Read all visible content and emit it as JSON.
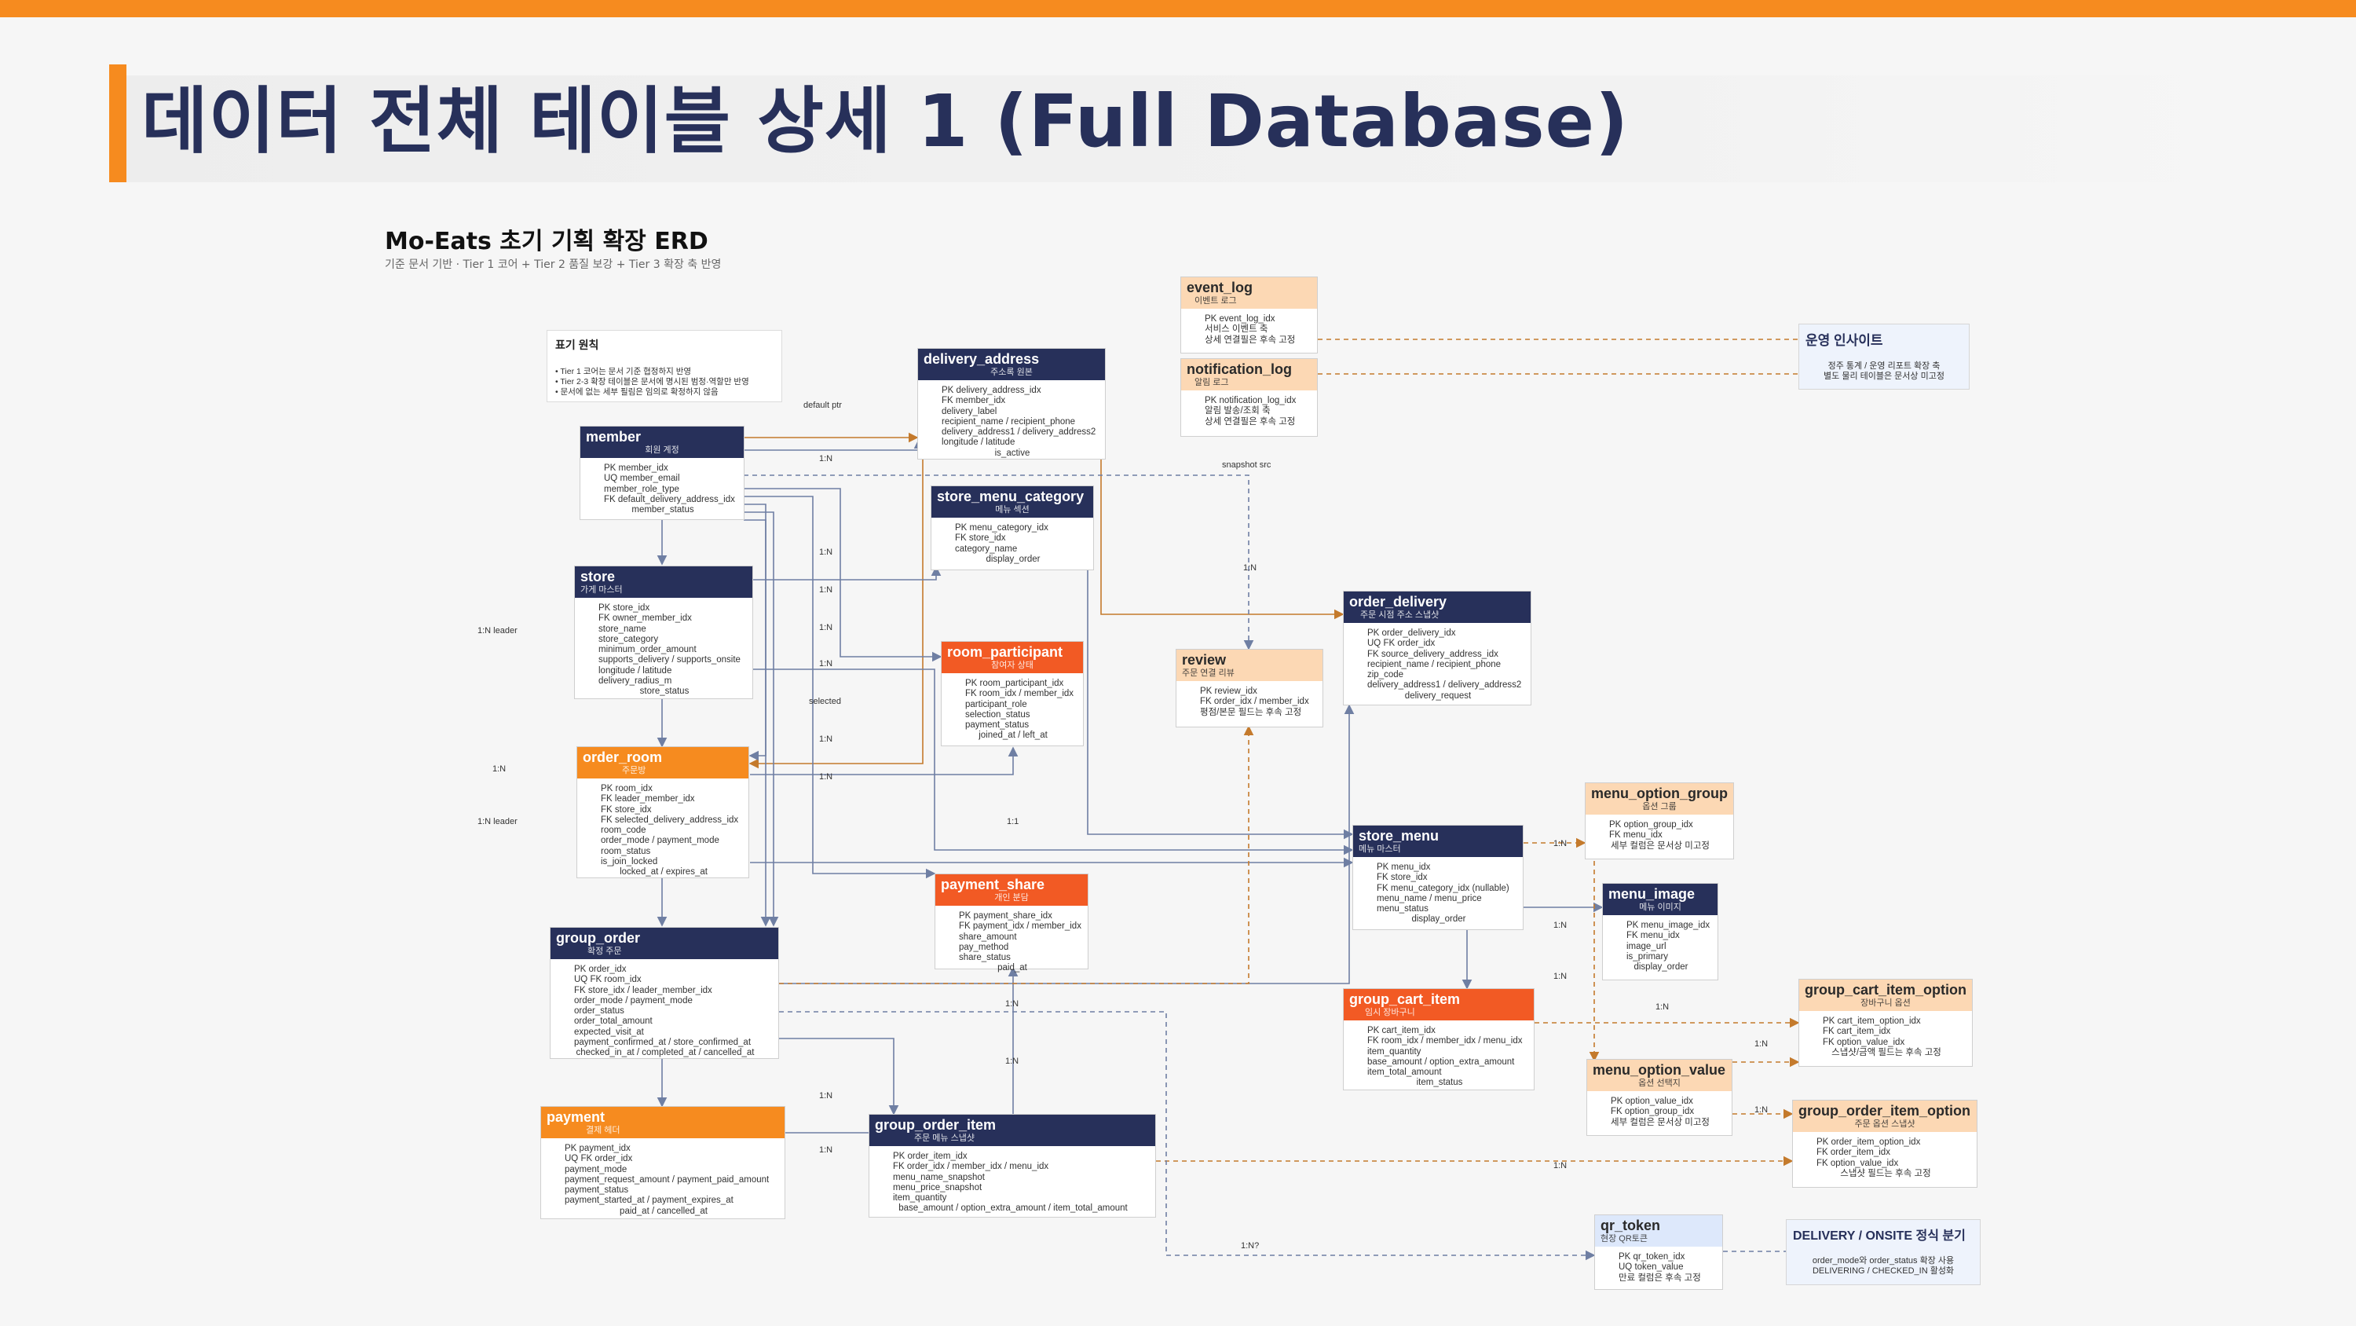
{
  "slide": {
    "title": "데이터 전체 테이블 상세 1 (Full Database)"
  },
  "erd": {
    "title": "Mo-Eats 초기 기획 확장 ERD",
    "subtitle": "기준 문서 기반 · Tier 1 코어 + Tier 2 품질 보강 + Tier 3 확장 축 반영"
  },
  "legend": {
    "heading": "표기 원칙",
    "lines": [
      "• Tier 1 코어는 문서 기준 협정하지 반영",
      "• Tier 2-3 확장 테이블은 문서에 명시된 범정·역할만 반영",
      "  • 문서에 없는 세부 필림은 임의로 확정하지 않음"
    ]
  },
  "colors": {
    "accent_orange": "#f68b1f",
    "navy": "#27305a",
    "red_orange": "#f25a24",
    "peach": "#fcd8b4",
    "light_blue": "#dde8fb",
    "arrow_orange": "#c47a2c",
    "arrow_blue": "#6f7fa3"
  },
  "entities": {
    "member": {
      "name": "member",
      "kr": "회원 계정",
      "fields": [
        "PK member_idx",
        "UQ member_email",
        "member_role_type",
        "FK default_delivery_address_idx",
        "member_status"
      ]
    },
    "delivery_address": {
      "name": "delivery_address",
      "kr": "주소록 원본",
      "fields": [
        "PK delivery_address_idx",
        "FK member_idx",
        "delivery_label",
        "recipient_name / recipient_phone",
        "delivery_address1 / delivery_address2",
        "longitude / latitude",
        "is_active"
      ]
    },
    "store_menu_category": {
      "name": "store_menu_category",
      "kr": "메뉴 섹션",
      "fields": [
        "PK menu_category_idx",
        "FK store_idx",
        "category_name",
        "display_order"
      ]
    },
    "store": {
      "name": "store",
      "kr": "가게 마스터",
      "fields": [
        "PK store_idx",
        "FK owner_member_idx",
        "store_name",
        "store_category",
        "minimum_order_amount",
        "supports_delivery / supports_onsite",
        "longitude / latitude",
        "delivery_radius_m",
        "store_status"
      ]
    },
    "room_participant": {
      "name": "room_participant",
      "kr": "참여자 상태",
      "fields": [
        "PK room_participant_idx",
        "FK room_idx / member_idx",
        "participant_role",
        "selection_status",
        "payment_status",
        "joined_at / left_at"
      ]
    },
    "order_room": {
      "name": "order_room",
      "kr": "주문방",
      "fields": [
        "PK room_idx",
        "FK leader_member_idx",
        "FK store_idx",
        "FK selected_delivery_address_idx",
        "room_code",
        "order_mode / payment_mode",
        "room_status",
        "is_join_locked",
        "locked_at / expires_at"
      ]
    },
    "payment_share": {
      "name": "payment_share",
      "kr": "개인 분담",
      "fields": [
        "PK payment_share_idx",
        "FK payment_idx / member_idx",
        "share_amount",
        "pay_method",
        "share_status",
        "paid_at"
      ]
    },
    "group_order": {
      "name": "group_order",
      "kr": "확정 주문",
      "fields": [
        "PK order_idx",
        "UQ FK room_idx",
        "FK store_idx / leader_member_idx",
        "order_mode / payment_mode",
        "order_status",
        "order_total_amount",
        "expected_visit_at",
        "payment_confirmed_at / store_confirmed_at",
        "checked_in_at / completed_at / cancelled_at"
      ]
    },
    "payment": {
      "name": "payment",
      "kr": "결제 헤더",
      "fields": [
        "PK payment_idx",
        "UQ FK order_idx",
        "payment_mode",
        "payment_request_amount / payment_paid_amount",
        "payment_status",
        "payment_started_at / payment_expires_at",
        "paid_at / cancelled_at"
      ]
    },
    "group_order_item": {
      "name": "group_order_item",
      "kr": "주문 메뉴 스냅샷",
      "fields": [
        "PK order_item_idx",
        "FK order_idx / member_idx / menu_idx",
        "menu_name_snapshot",
        "menu_price_snapshot",
        "item_quantity",
        "base_amount / option_extra_amount / item_total_amount"
      ]
    },
    "event_log": {
      "name": "event_log",
      "kr": "이벤트 로그",
      "fields": [
        "PK event_log_idx",
        "서비스 이벤트 축",
        "상세 연결필은 후속 고정"
      ]
    },
    "notification_log": {
      "name": "notification_log",
      "kr": "알림 로그",
      "fields": [
        "PK notification_log_idx",
        "알림 발송/조회 축",
        "상세 연결필은 후속 고정"
      ]
    },
    "review": {
      "name": "review",
      "kr": "주문 연결 리뷰",
      "fields": [
        "PK review_idx",
        "FK order_idx / member_idx",
        "평점/본문 필드는 후속 고정"
      ]
    },
    "order_delivery": {
      "name": "order_delivery",
      "kr": "주문 시점 주소 스냅샷",
      "fields": [
        "PK order_delivery_idx",
        "UQ FK order_idx",
        "FK source_delivery_address_idx",
        "recipient_name / recipient_phone",
        "zip_code",
        "delivery_address1 / delivery_address2",
        "delivery_request"
      ]
    },
    "store_menu": {
      "name": "store_menu",
      "kr": "메뉴 마스터",
      "fields": [
        "PK menu_idx",
        "FK store_idx",
        "FK menu_category_idx (nullable)",
        "menu_name / menu_price",
        "menu_status",
        "display_order"
      ]
    },
    "menu_image": {
      "name": "menu_image",
      "kr": "메뉴 이미지",
      "fields": [
        "PK menu_image_idx",
        "FK menu_idx",
        "image_url",
        "is_primary",
        "display_order"
      ]
    },
    "menu_option_group": {
      "name": "menu_option_group",
      "kr": "옵션 그룹",
      "fields": [
        "PK option_group_idx",
        "FK menu_idx",
        "세부 컬럼은 문서상 미고정"
      ]
    },
    "group_cart_item": {
      "name": "group_cart_item",
      "kr": "임시 장바구니",
      "fields": [
        "PK cart_item_idx",
        "FK room_idx / member_idx / menu_idx",
        "item_quantity",
        "base_amount / option_extra_amount",
        "item_total_amount",
        "item_status"
      ]
    },
    "menu_option_value": {
      "name": "menu_option_value",
      "kr": "옵션 선택지",
      "fields": [
        "PK option_value_idx",
        "FK option_group_idx",
        "세부 컬럼은 문서상 미고정"
      ]
    },
    "group_cart_item_option": {
      "name": "group_cart_item_option",
      "kr": "장바구니 옵션",
      "fields": [
        "PK cart_item_option_idx",
        "FK cart_item_idx",
        "FK option_value_idx",
        "스냅샷/금액 필드는 후속 고정"
      ]
    },
    "group_order_item_option": {
      "name": "group_order_item_option",
      "kr": "주문 옵션 스냅샷",
      "fields": [
        "PK order_item_option_idx",
        "FK order_item_idx",
        "FK option_value_idx",
        "스냅샷 필드는 후속 고정"
      ]
    },
    "qr_token": {
      "name": "qr_token",
      "kr": "현장 QR토큰",
      "fields": [
        "PK qr_token_idx",
        "UQ token_value",
        "만료 컬럼은 후속 고정"
      ]
    }
  },
  "notes": {
    "ops_insight": {
      "title": "운영 인사이트",
      "lines": [
        "정주 통계 / 운영 리포트 확장 축",
        "별도 물리 테이블은 문서상 미고정"
      ]
    },
    "delivery_onsite": {
      "title": "DELIVERY / ONSITE 정식 분기",
      "lines": [
        "order_mode와 order_status 확장 사용",
        "DELIVERING / CHECKED_IN 활성화"
      ]
    }
  },
  "relation_labels": {
    "default_ptr": "default ptr",
    "one_n": "1:N",
    "one_one": "1:1",
    "one_n_leader": "1:N leader",
    "selected": "selected",
    "snapshot_src": "snapshot src",
    "one_n_q": "1:N?"
  }
}
